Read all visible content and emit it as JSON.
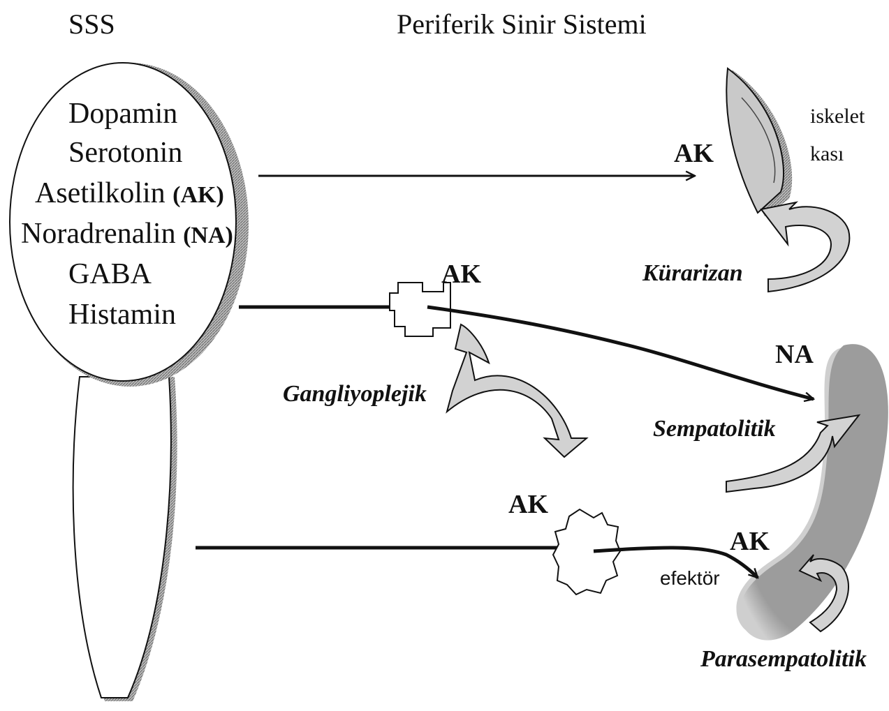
{
  "header": {
    "cns_label": "SSS",
    "pns_label": "Periferik Sinir Sistemi"
  },
  "cns_neurotransmitters": {
    "dopamine": "Dopamin",
    "serotonin": "Serotonin",
    "acetylcholine": "Asetilkolin ",
    "acetylcholine_abbr": "(AK)",
    "noradrenaline": "Noradrenalin ",
    "noradrenaline_abbr": "(NA)",
    "gaba": "GABA",
    "histamine": "Histamin"
  },
  "labels": {
    "ak_skeletal": "AK",
    "skeletal_muscle_line1": "iskelet",
    "skeletal_muscle_line2": "kası",
    "curariform": "Kürarizan",
    "ak_ganglion_top": "AK",
    "ganglionic_blocker": "Gangliyoplejik",
    "na_target": "NA",
    "sympatholytic": "Sempatolitik",
    "ak_ganglion_bottom": "AK",
    "ak_effector": "AK",
    "effector": "efektör",
    "parasympatholytic": "Parasempatolitik"
  },
  "colors": {
    "line": "#111111",
    "effector_gray": "#9a9a9a",
    "muscle_gray": "#c8c8c8",
    "arrow_fill": "#cfcfcf",
    "shadow_hatch": "#8c8c8c"
  }
}
